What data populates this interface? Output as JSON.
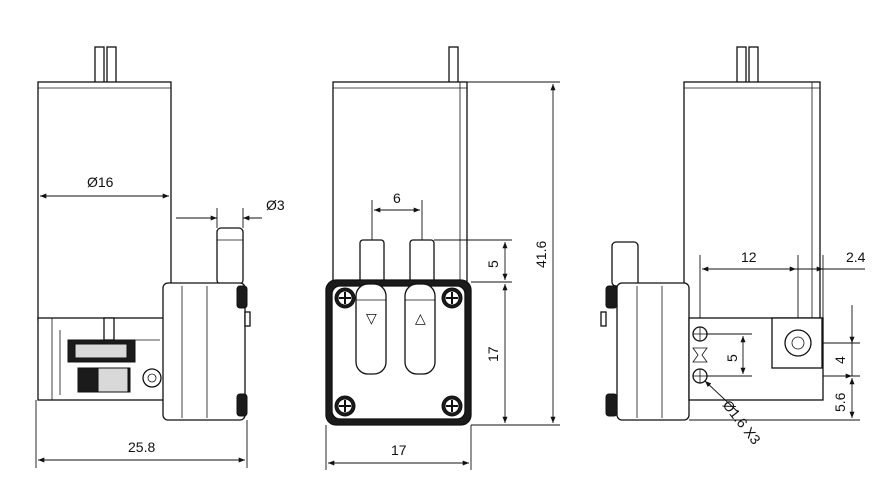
{
  "colors": {
    "line": "#111111",
    "background": "#ffffff",
    "fill_dark": "#1b1b1b"
  },
  "views": {
    "left": {
      "dim_motor_diameter": "Ø16",
      "dim_port_diameter": "Ø3",
      "dim_total_width": "25.8"
    },
    "front": {
      "dim_port_spacing": "6",
      "dim_port_length": "5",
      "dim_total_height": "41.6",
      "dim_head_height": "17",
      "dim_head_width": "17",
      "arrow_inlet": "▽",
      "arrow_outlet": "△"
    },
    "right": {
      "dim_mount_offset": "12",
      "dim_bracket_thickness": "2.4",
      "dim_hole_spacing": "5",
      "dim_bracket_height": "4",
      "dim_bottom_offset": "5.6",
      "dim_hole_diameter": "Ø1.6 X3"
    }
  }
}
